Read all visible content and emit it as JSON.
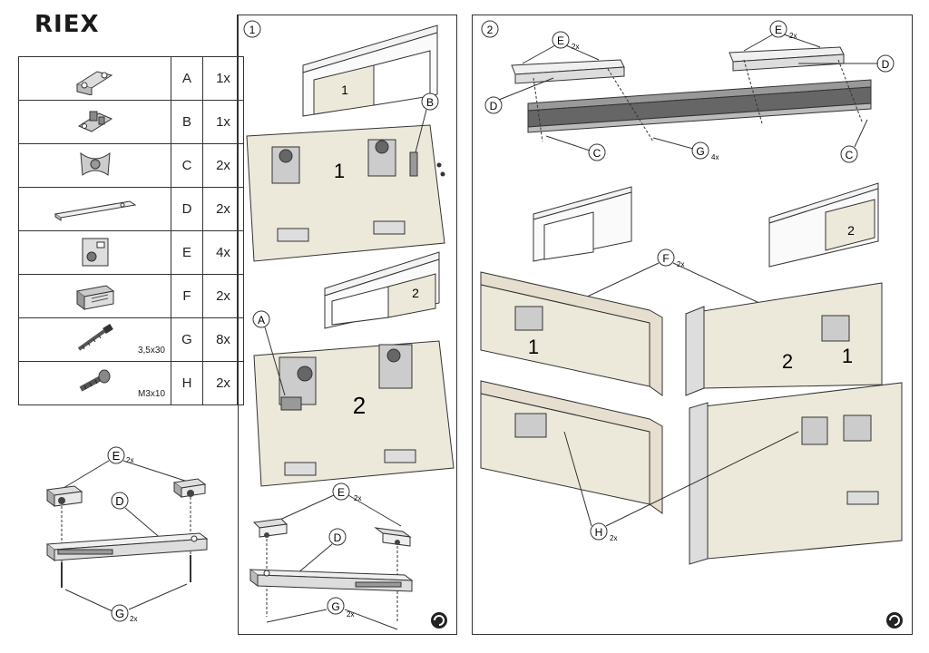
{
  "brand": {
    "logo_text": "RIEX"
  },
  "parts": [
    {
      "letter": "A",
      "qty": "1x",
      "icon": "hanger-bracket-icon",
      "size": ""
    },
    {
      "letter": "B",
      "qty": "1x",
      "icon": "damper-clip-icon",
      "size": ""
    },
    {
      "letter": "C",
      "qty": "2x",
      "icon": "end-stop-icon",
      "size": ""
    },
    {
      "letter": "D",
      "qty": "2x",
      "icon": "rail-plate-icon",
      "size": ""
    },
    {
      "letter": "E",
      "qty": "4x",
      "icon": "stopper-block-icon",
      "size": ""
    },
    {
      "letter": "F",
      "qty": "2x",
      "icon": "guide-block-icon",
      "size": ""
    },
    {
      "letter": "G",
      "qty": "8x",
      "icon": "wood-screw-icon",
      "size": "3,5x30"
    },
    {
      "letter": "H",
      "qty": "2x",
      "icon": "machine-screw-icon",
      "size": "M3x10"
    }
  ],
  "steps": {
    "step1": {
      "number": "1",
      "door_labels": {
        "door_one": "1",
        "door_two": "2"
      },
      "callouts": {
        "b": "B",
        "a": "A",
        "e": "E",
        "d": "D",
        "g": "G",
        "e_qty": "2x",
        "g_qty": "2x"
      }
    },
    "step2": {
      "number": "2",
      "door_labels": {
        "door_one": "1",
        "door_two": "2"
      },
      "callouts": {
        "e": "E",
        "e_qty": "2x",
        "d": "D",
        "c": "C",
        "g": "G",
        "g_qty": "4x",
        "f": "F",
        "f_qty": "2x",
        "h": "H",
        "h_qty": "2x"
      }
    }
  },
  "left_bottom": {
    "e": "E",
    "e_qty": "2x",
    "d": "D",
    "g": "G",
    "g_qty": "2x"
  },
  "colors": {
    "panel": "#ede9da",
    "line": "#333333",
    "metal": "#7a7a7a"
  }
}
